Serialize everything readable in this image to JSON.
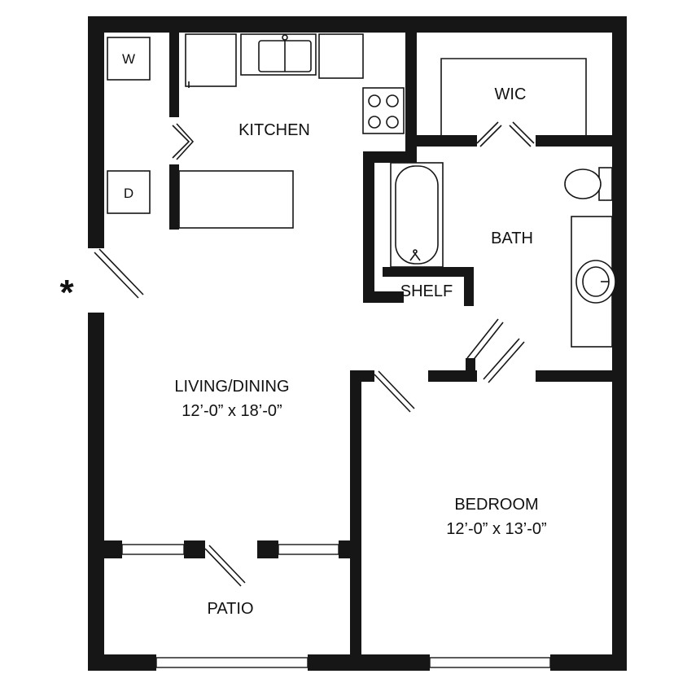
{
  "rooms": {
    "kitchen": {
      "name": "KITCHEN"
    },
    "wic": {
      "name": "WIC"
    },
    "bath": {
      "name": "BATH"
    },
    "shelf": {
      "name": "SHELF"
    },
    "living": {
      "name": "LIVING/DINING",
      "size": "12’-0” x 18’-0”"
    },
    "bedroom": {
      "name": "BEDROOM",
      "size": "12’-0” x 13’-0”"
    },
    "patio": {
      "name": "PATIO"
    }
  },
  "appliances": {
    "washer": "W",
    "dryer": "D"
  },
  "entry_marker": "*",
  "colors": {
    "wall": "#161616",
    "background": "#ffffff"
  }
}
